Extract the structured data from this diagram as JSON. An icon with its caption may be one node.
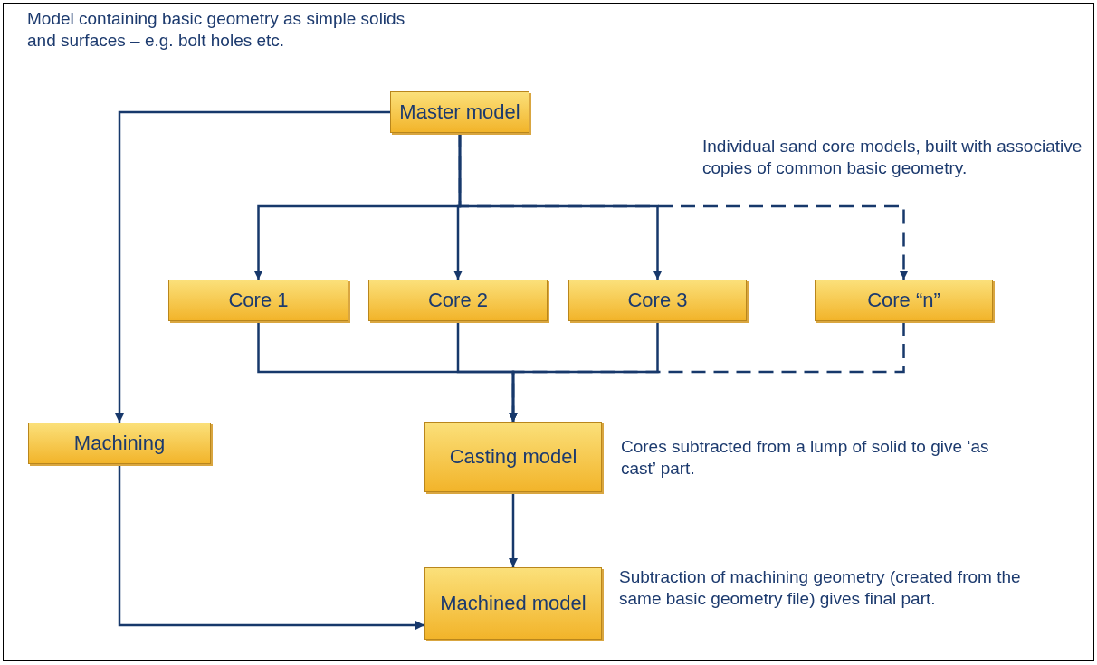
{
  "diagram": {
    "nodes": [
      {
        "text": [
          "Master model"
        ]
      },
      {
        "text": [
          "Core 1"
        ]
      },
      {
        "text": [
          "Core 2"
        ]
      },
      {
        "text": [
          "Core 3"
        ]
      },
      {
        "text": [
          "Core “n”"
        ]
      },
      {
        "text": [
          "Machining"
        ]
      },
      {
        "text": [
          "Casting model"
        ],
        "beside": [
          "Cores subtracted from a lump of solid to give ‘as cast’ part."
        ]
      },
      {
        "text": [
          "Machined model"
        ],
        "beside": [
          "Subtraction of machining geometry (created from the same basic geometry file) gives final part."
        ]
      }
    ],
    "edges": [
      {
        "from": 0,
        "to": 4,
        "arrow": "to",
        "style": "dashed"
      },
      {
        "from": 0,
        "to": 1,
        "arrow": "to"
      },
      {
        "from": 0,
        "to": 2,
        "arrow": "to"
      },
      {
        "from": 0,
        "to": 3,
        "arrow": "to"
      },
      {
        "from": 0,
        "to": 5,
        "arrow": "to"
      },
      {
        "from": 4,
        "to": 6,
        "arrow": "to",
        "style": "dashed"
      },
      {
        "from": 1,
        "to": 6,
        "arrow": "to"
      },
      {
        "from": 2,
        "to": 6,
        "arrow": "to"
      },
      {
        "from": 3,
        "to": 6,
        "arrow": "to"
      },
      {
        "from": 6,
        "to": 7,
        "arrow": "to"
      },
      {
        "from": 5,
        "to": 7,
        "arrow": "to"
      }
    ],
    "labels": [
      "Model containing basic geometry as simple solids and surfaces – e.g. bolt holes etc.",
      "Individual sand core models, built with associative copies of common basic geometry."
    ]
  }
}
